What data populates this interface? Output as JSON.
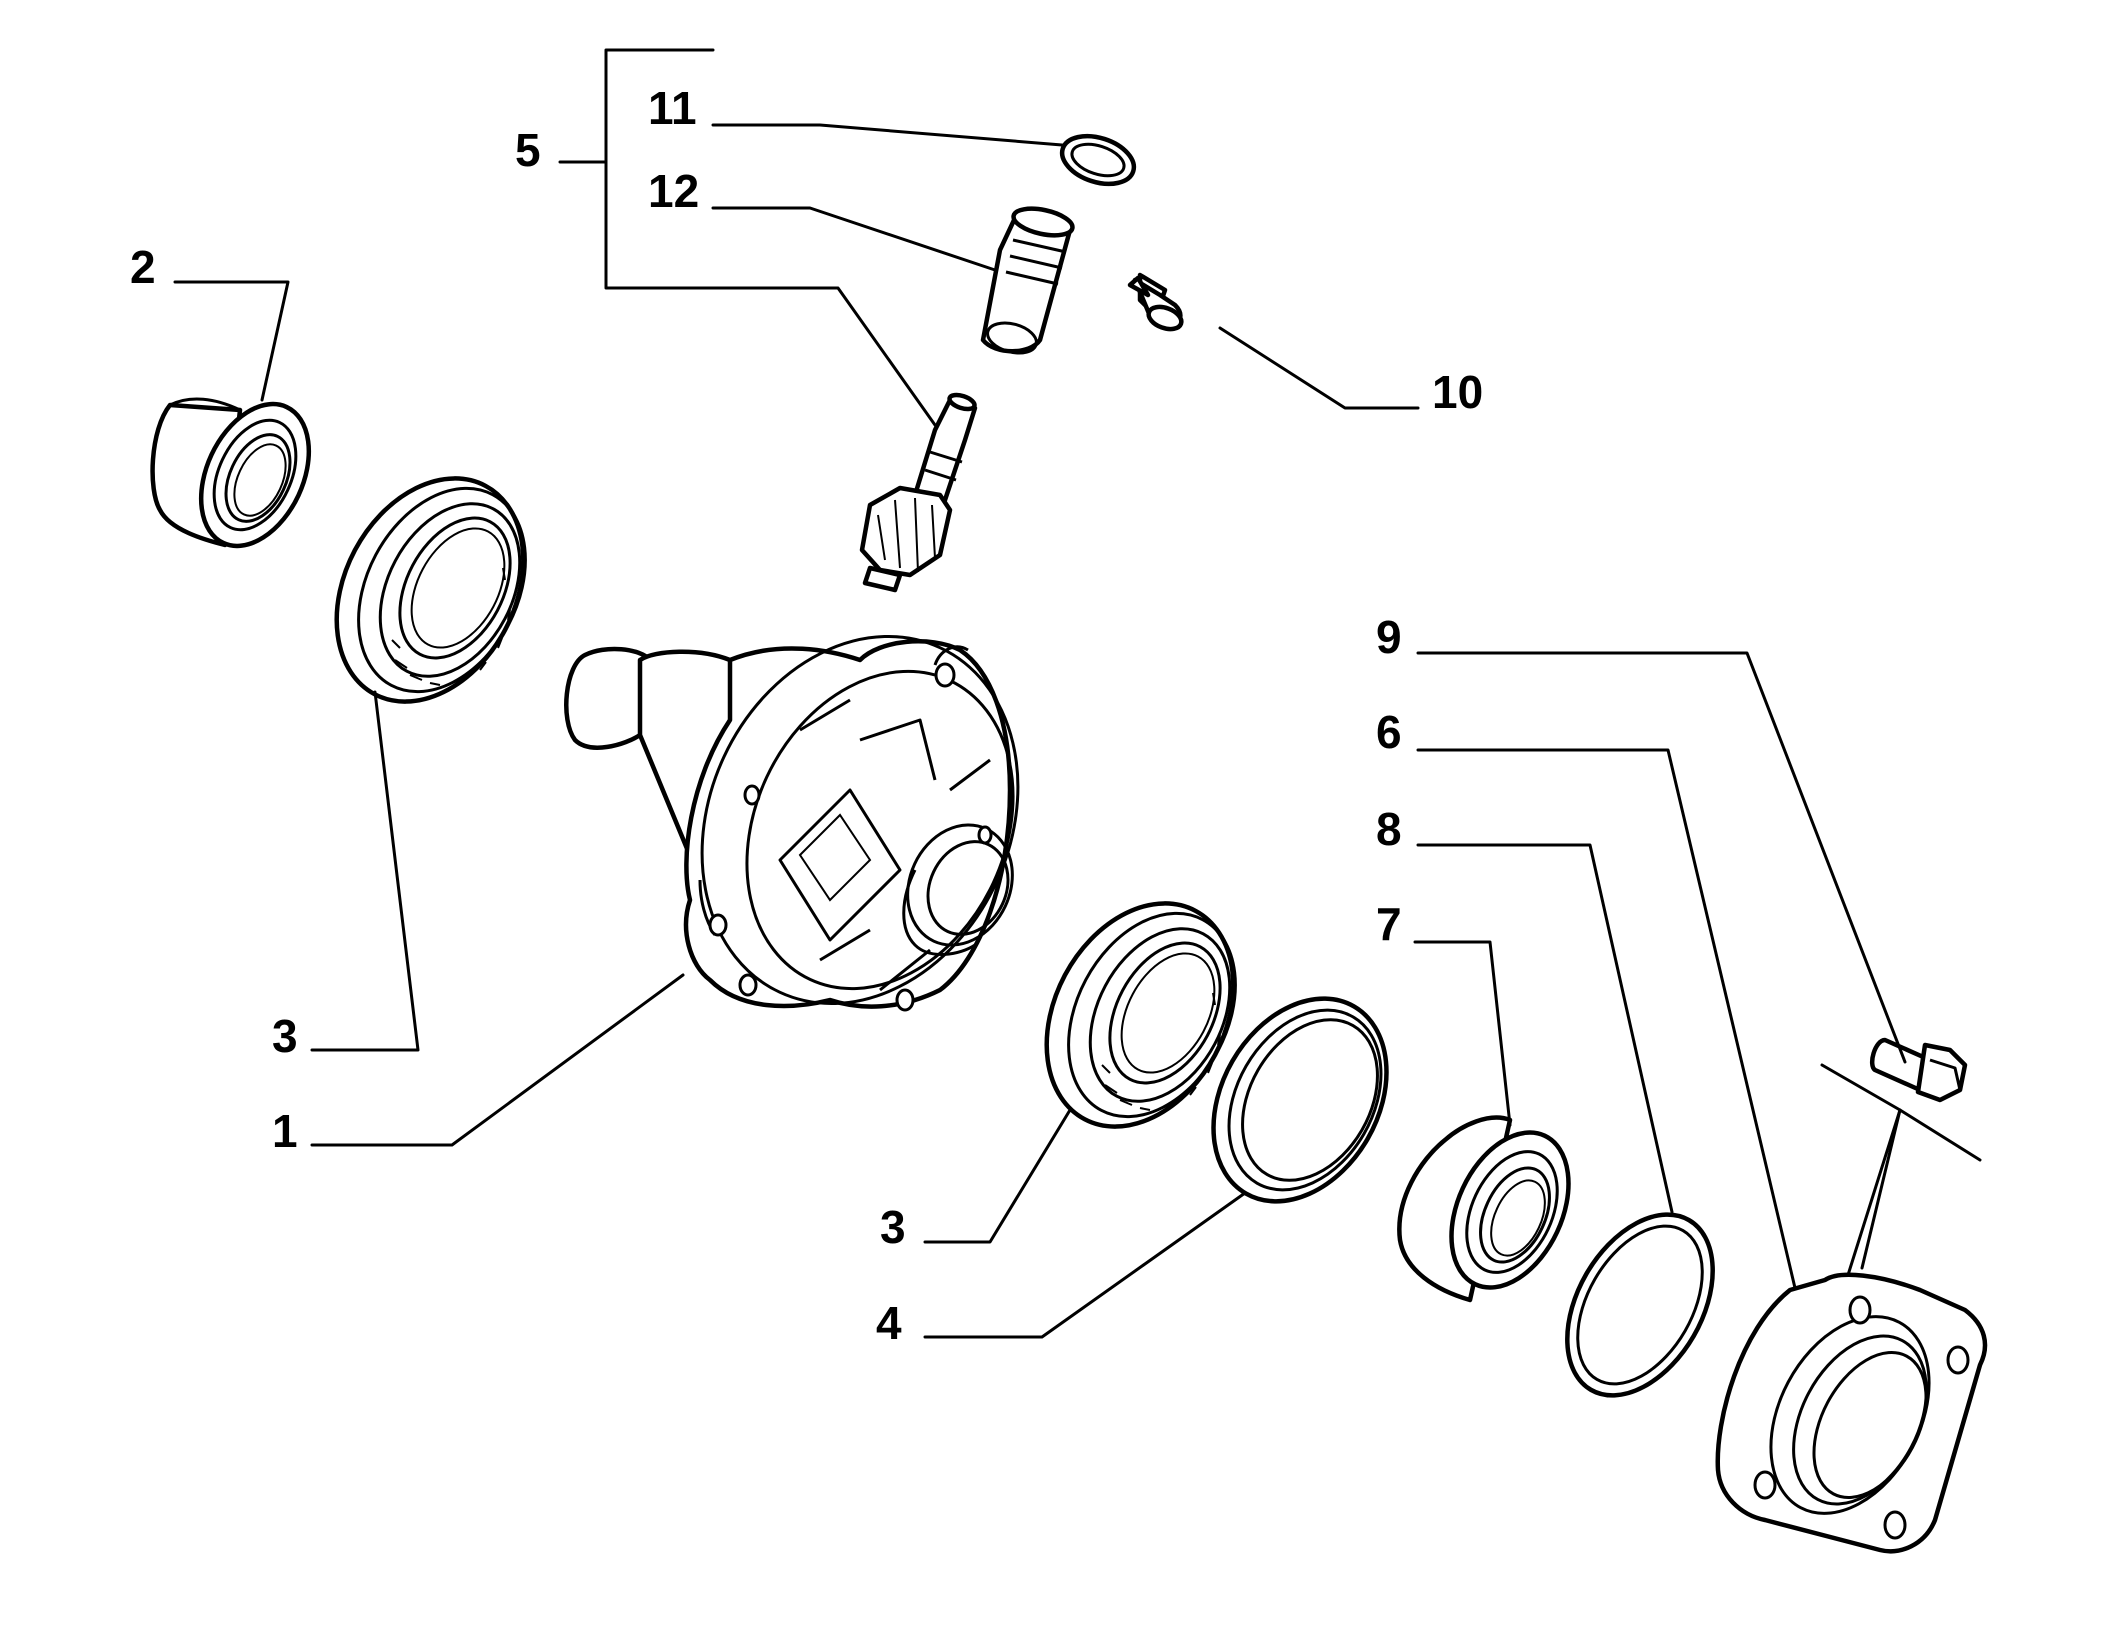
{
  "labels": {
    "p1": "1",
    "p2": "2",
    "p3a": "3",
    "p3b": "3",
    "p4": "4",
    "p5": "5",
    "p6": "6",
    "p7": "7",
    "p8": "8",
    "p9": "9",
    "p10": "10",
    "p11": "11",
    "p12": "12"
  }
}
